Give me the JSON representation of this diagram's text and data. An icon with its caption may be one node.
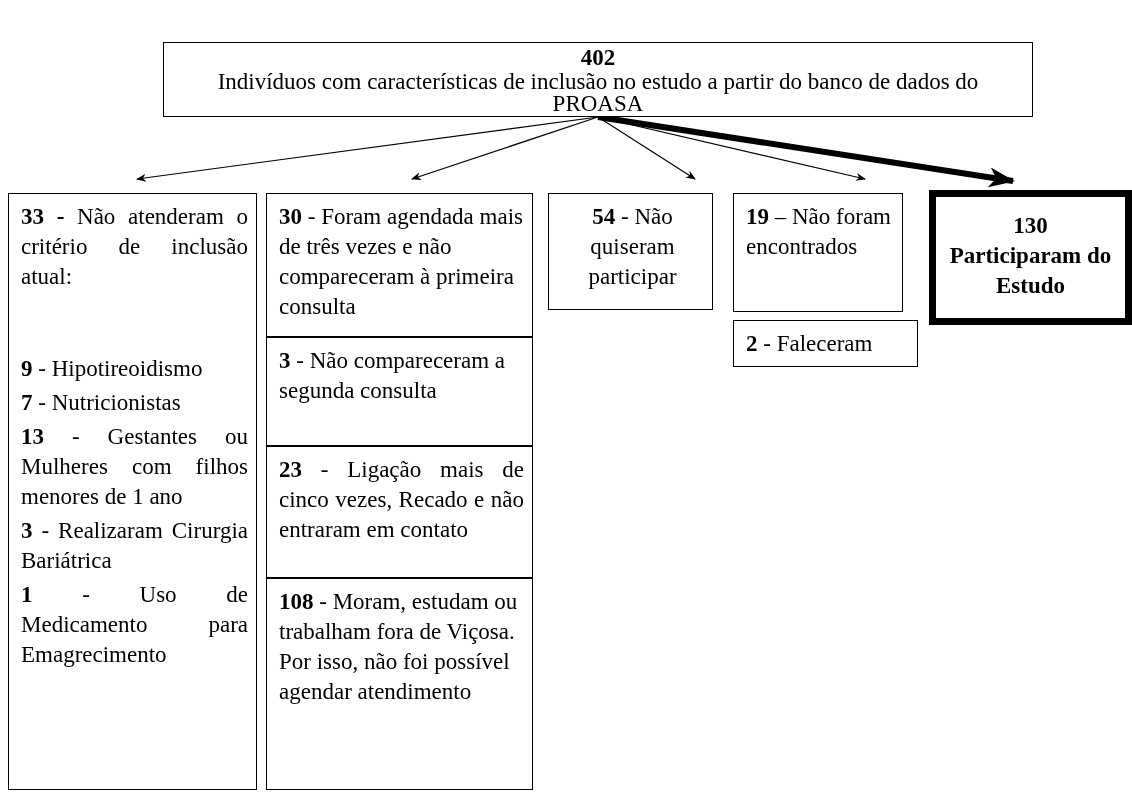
{
  "diagram": {
    "nodes": [
      {
        "text": [
          "402",
          "Indivíduos com características de inclusão no estudo a partir do banco de dados do PROASA"
        ]
      },
      {
        "text": [
          "**33 -** Não atenderam o critério de inclusão atual:",
          "**9** - Hipotireoidismo",
          "**7** - Nutricionistas",
          "**13** - Gestantes ou Mulheres com filhos menores de 1 ano",
          "**3** - Realizaram Cirurgia Bariátrica",
          "**1** - Uso de Medicamento para Emagrecimento"
        ]
      },
      {
        "text": [
          "**30** - Foram agendada mais de três vezes e não compareceram à primeira consulta"
        ]
      },
      {
        "text": [
          "**3** - Não compareceram a segunda consulta"
        ]
      },
      {
        "text": [
          "**23** - Ligação mais de cinco vezes, Recado e não entraram em contato"
        ]
      },
      {
        "text": [
          "**108** - Moram, estudam ou trabalham fora de Viçosa. Por isso, não foi possível agendar atendimento"
        ]
      },
      {
        "text": [
          "**54** - Não quiseram participar"
        ]
      },
      {
        "text": [
          "**19** – Não foram encontrados"
        ]
      },
      {
        "text": [
          "**2** - Faleceram"
        ]
      },
      {
        "text": [
          "130",
          "Participaram do Estudo"
        ]
      }
    ],
    "edges": [
      {
        "from": 0,
        "to": 1,
        "arrow": "to"
      },
      {
        "from": 0,
        "to": 2,
        "arrow": "to"
      },
      {
        "from": 0,
        "to": 6,
        "arrow": "to"
      },
      {
        "from": 0,
        "to": 7,
        "arrow": "to"
      },
      {
        "from": 0,
        "to": 9,
        "arrow": "to",
        "style": "thick"
      }
    ]
  }
}
